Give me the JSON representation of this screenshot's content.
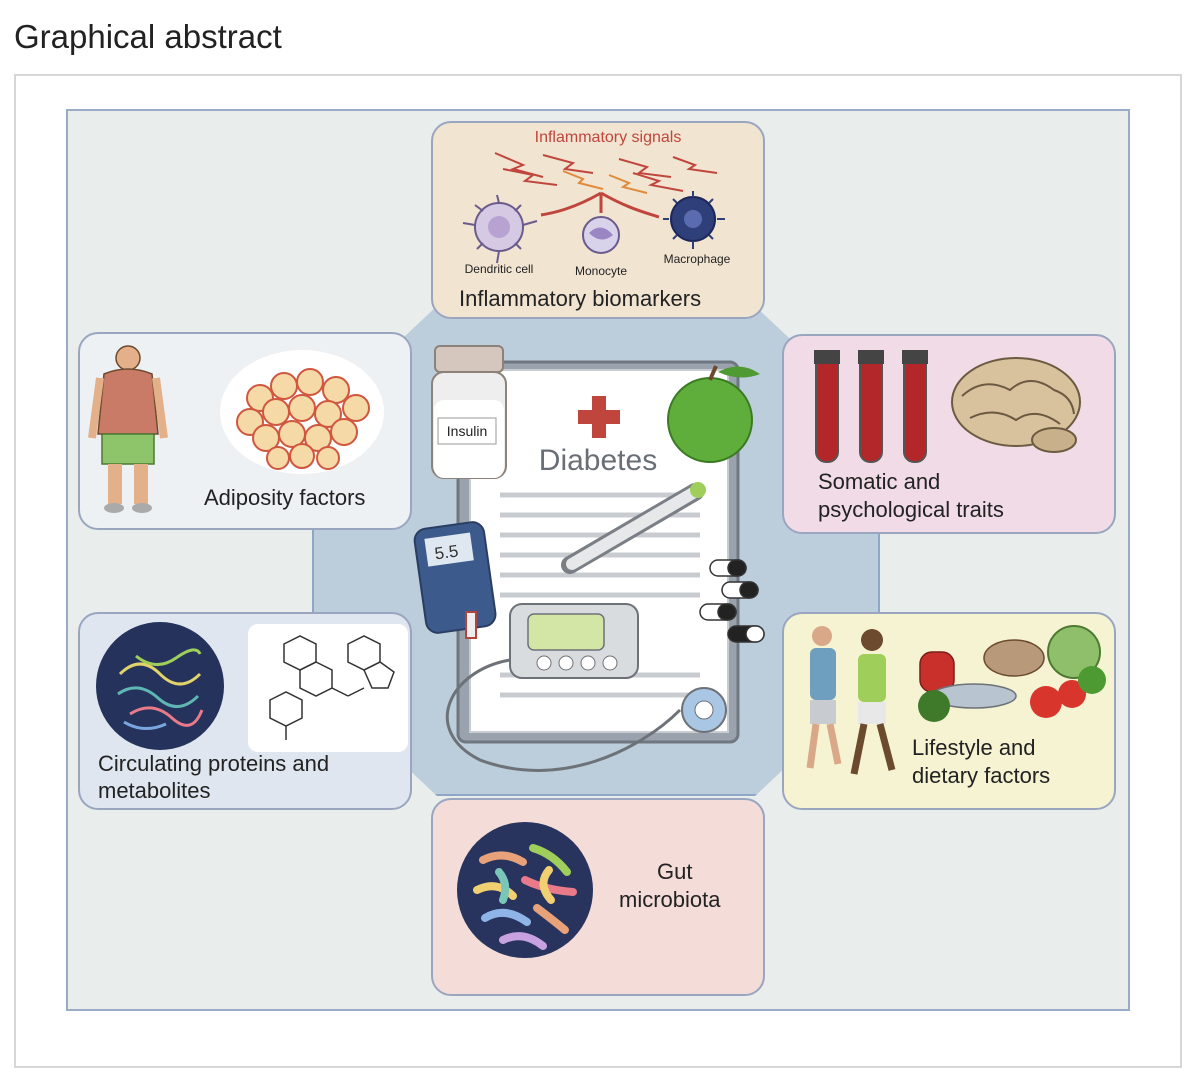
{
  "heading": "Graphical abstract",
  "center": {
    "title": "Diabetes",
    "insulin_label": "Insulin",
    "meter_reading": "5.5"
  },
  "boxes": {
    "inflammatory": {
      "title": "Inflammatory biomarkers",
      "signals": "Inflammatory signals",
      "dendritic": "Dendritic cell",
      "monocyte": "Monocyte",
      "macrophage": "Macrophage"
    },
    "adiposity": {
      "title": "Adiposity factors"
    },
    "somatic": {
      "line1": "Somatic and",
      "line2": "psychological traits"
    },
    "circulating": {
      "line1": "Circulating proteins and",
      "line2": "metabolites"
    },
    "lifestyle": {
      "line1": "Lifestyle and",
      "line2": "dietary factors"
    },
    "gut": {
      "line1": "Gut",
      "line2": "microbiota"
    }
  },
  "colors": {
    "panel_bg": "#e9eeec",
    "octagon": "#bccddc",
    "inflammatory_bg": "#f1e4d1",
    "adiposity_bg": "#eef1f4",
    "somatic_bg": "#f0dbe6",
    "circulating_bg": "#dfe6f0",
    "lifestyle_bg": "#f6f3d2",
    "gut_bg": "#f4dcd8"
  }
}
